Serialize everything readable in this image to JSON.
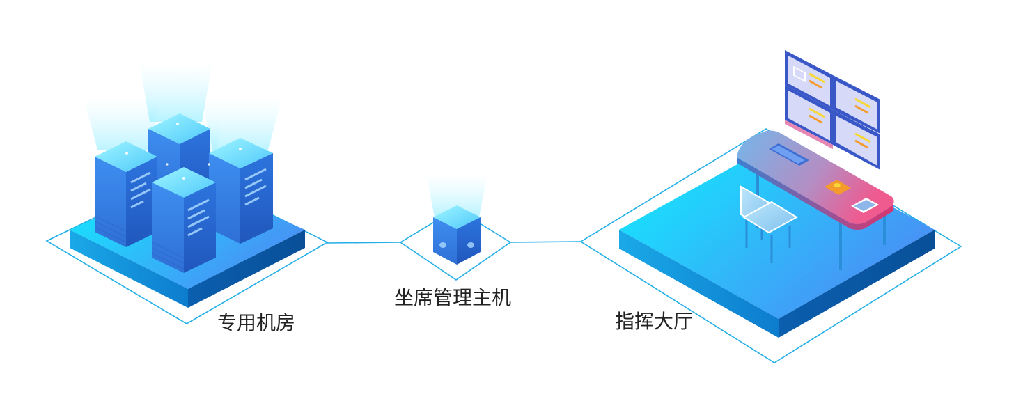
{
  "nodes": {
    "server_room": {
      "label": "专用机房"
    },
    "seat_host": {
      "label": "坐席管理主机"
    },
    "command_hall": {
      "label": "指挥大厅"
    }
  },
  "colors": {
    "outline": "#22aee6",
    "platform_top_start": "#10e4ff",
    "platform_top_end": "#4a8ef5",
    "platform_side_dark": "#0a66b6",
    "server_body": "#2f7fe4",
    "server_top": "#6fe8ff",
    "desk_top_start": "#6fb1e8",
    "desk_top_end": "#ea5d93",
    "monitor_screen": "#d6d9f8",
    "monitor_accent_yellow": "#f7d838",
    "monitor_accent_orange": "#f49b2c",
    "label_text": "#222222"
  },
  "icons": [
    "server-rack-icon",
    "host-box-icon",
    "desk-icon",
    "chair-icon",
    "monitor-wall-icon",
    "keyboard-icon",
    "phone-icon",
    "tablet-icon"
  ]
}
